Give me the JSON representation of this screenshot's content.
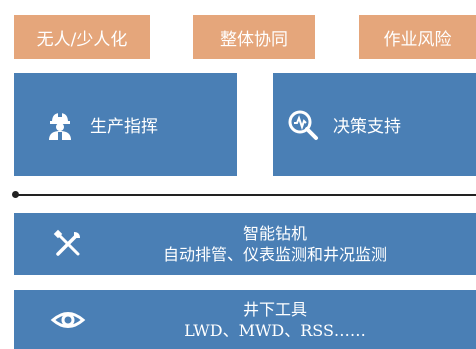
{
  "top_tags": [
    "无人/少人化",
    "整体协同",
    "作业风险"
  ],
  "panels": [
    {
      "label": "生产指挥",
      "icon": "worker-helmet-icon"
    },
    {
      "label": "决策支持",
      "icon": "magnifier-chart-icon"
    }
  ],
  "layers": [
    {
      "title": "智能钻机",
      "subtitle": "自动排管、仪表监测和井况监测",
      "icon": "tools-wrench-icon"
    },
    {
      "title": "井下工具",
      "subtitle": "LWD、MWD、RSS……",
      "icon": "eye-icon"
    }
  ],
  "colors": {
    "tag_fill": "#e5a67b",
    "panel_fill": "#4a7fb5",
    "text": "#ffffff"
  }
}
